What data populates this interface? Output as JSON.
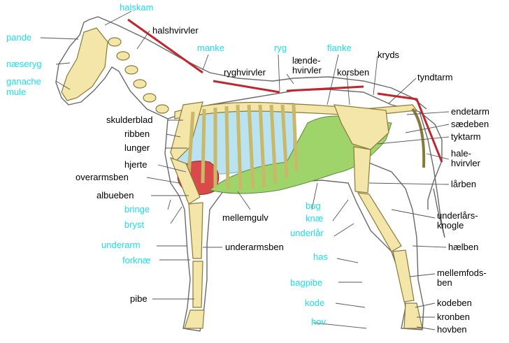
{
  "colors": {
    "cyan_label": "#19e0ee",
    "black_label": "#000000",
    "bone": "#f3e6a8",
    "bone_stroke": "#8a7a3a",
    "lung": "#b9e3f0",
    "heart": "#d94a4a",
    "intestine": "#9fd46a",
    "region_line": "#c0262b",
    "outline": "#6a6a6a"
  },
  "labels": {
    "halskam": "halskam",
    "pande": "pande",
    "naeseryg": "næseryg",
    "ganache": "ganache",
    "mule": "mule",
    "manke": "manke",
    "ryg": "ryg",
    "flanke": "flanke",
    "bringe": "bringe",
    "bryst": "bryst",
    "underarm": "underarm",
    "forknae": "forknæ",
    "bug": "bug",
    "knae": "knæ",
    "underlaar": "underlår",
    "has": "has",
    "bagpibe": "bagpibe",
    "kode": "kode",
    "hov": "hov",
    "halshvirvler": "halshvirvler",
    "ryghvirvler": "ryghvirvler",
    "laendehvirvler_1": "lænde-",
    "laendehvirvler_2": "hvirvler",
    "korsben": "korsben",
    "kryds": "kryds",
    "tyndtarm": "tyndtarm",
    "endetarm": "endetarm",
    "saedeben": "sædeben",
    "tyktarm": "tyktarm",
    "halehvirvler_1": "hale-",
    "halehvirvler_2": "hvirvler",
    "laarben": "lårben",
    "underlaarsknogle_1": "underlårs-",
    "underlaarsknogle_2": "knogle",
    "haelben": "hælben",
    "mellemfodsben_1": "mellemfods-",
    "mellemfodsben_2": "ben",
    "kodeben": "kodeben",
    "kronben": "kronben",
    "hovben": "hovben",
    "skulderblad": "skulderblad",
    "ribben": "ribben",
    "lunger": "lunger",
    "hjerte": "hjerte",
    "overarmsben": "overarmsben",
    "albueben": "albueben",
    "mellemgulv": "mellemgulv",
    "underarmsben": "underarmsben",
    "pibe": "pibe"
  }
}
